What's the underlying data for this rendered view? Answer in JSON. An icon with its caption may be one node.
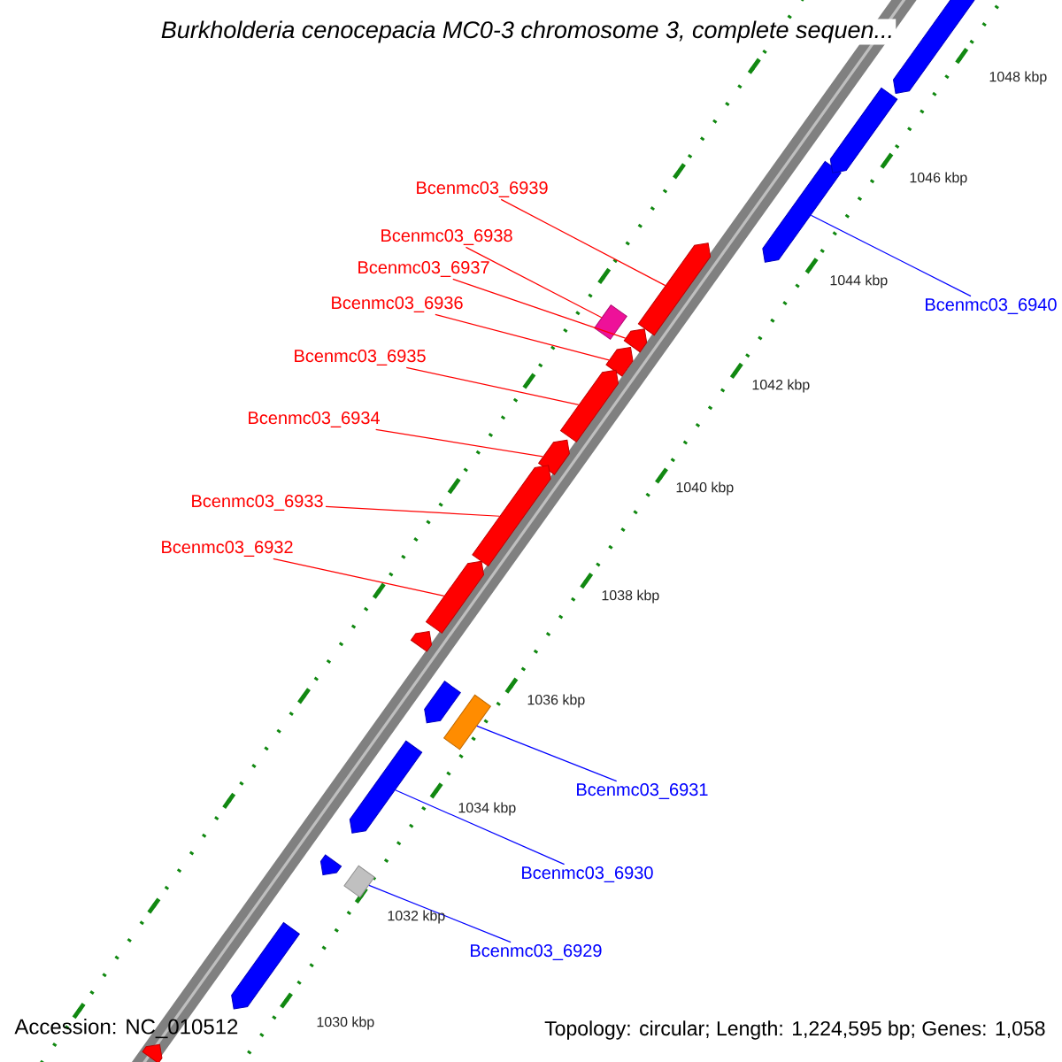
{
  "diagram": {
    "title": "Burkholderia cenocepacia MC0-3 chromosome 3, complete sequen...",
    "nodes": [
      {
        "text": [
          "Bcenmc03_6939"
        ]
      },
      {
        "text": [
          "Bcenmc03_6938"
        ]
      },
      {
        "text": [
          "Bcenmc03_6937"
        ]
      },
      {
        "text": [
          "Bcenmc03_6936"
        ]
      },
      {
        "text": [
          "Bcenmc03_6935"
        ]
      },
      {
        "text": [
          "Bcenmc03_6934"
        ]
      },
      {
        "text": [
          "Bcenmc03_6933"
        ]
      },
      {
        "text": [
          "Bcenmc03_6932"
        ]
      },
      {
        "text": [
          "Bcenmc03_6940"
        ]
      },
      {
        "text": [
          "Bcenmc03_6931"
        ]
      },
      {
        "text": [
          "Bcenmc03_6930"
        ]
      },
      {
        "text": [
          "Bcenmc03_6929"
        ]
      },
      {
        "text": [],
        "shape": "arrow"
      },
      {
        "text": [],
        "shape": "box"
      },
      {
        "text": [],
        "shape": "arrow"
      },
      {
        "text": [],
        "shape": "arrow"
      },
      {
        "text": [],
        "shape": "arrow"
      },
      {
        "text": [],
        "shape": "arrow"
      },
      {
        "text": [],
        "shape": "arrow"
      },
      {
        "text": [],
        "shape": "arrow"
      },
      {
        "text": [],
        "shape": "arrow"
      },
      {
        "text": [],
        "shape": "box"
      },
      {
        "text": [],
        "shape": "arrow"
      },
      {
        "text": [],
        "shape": "box"
      },
      {
        "text": [],
        "shape": "arrow"
      },
      {
        "text": [],
        "shape": "arrow"
      },
      {
        "text": [],
        "shape": "arrow"
      },
      {
        "text": [],
        "shape": "arrow"
      },
      {
        "text": [],
        "shape": "arrow"
      },
      {
        "text": [],
        "shape": "arrow"
      },
      {
        "text": [],
        "shape": "arrow"
      }
    ],
    "edges": [
      {
        "from": 0,
        "to": 12,
        "arrow": "none"
      },
      {
        "from": 1,
        "to": 13,
        "arrow": "none"
      },
      {
        "from": 2,
        "to": 14,
        "arrow": "none"
      },
      {
        "from": 3,
        "to": 15,
        "arrow": "none"
      },
      {
        "from": 4,
        "to": 16,
        "arrow": "none"
      },
      {
        "from": 5,
        "to": 17,
        "arrow": "none"
      },
      {
        "from": 6,
        "to": 18,
        "arrow": "none"
      },
      {
        "from": 7,
        "to": 19,
        "arrow": "none"
      },
      {
        "from": 8,
        "to": 20,
        "arrow": "none",
        "color": "#0000ff"
      },
      {
        "from": 9,
        "to": 21,
        "arrow": "none",
        "color": "#0000ff"
      },
      {
        "from": 10,
        "to": 22,
        "arrow": "none",
        "color": "#0000ff"
      },
      {
        "from": 11,
        "to": 23,
        "arrow": "none",
        "color": "#0000ff"
      }
    ],
    "labels": [
      "1048 kbp",
      "1046 kbp",
      "1044 kbp",
      "1042 kbp",
      "1040 kbp",
      "1038 kbp",
      "1036 kbp",
      "1034 kbp",
      "1032 kbp",
      "1030 kbp",
      "Accession: NC_010512",
      "Topology: circular; Length: 1,224,595 bp; Genes: 1,058"
    ]
  }
}
